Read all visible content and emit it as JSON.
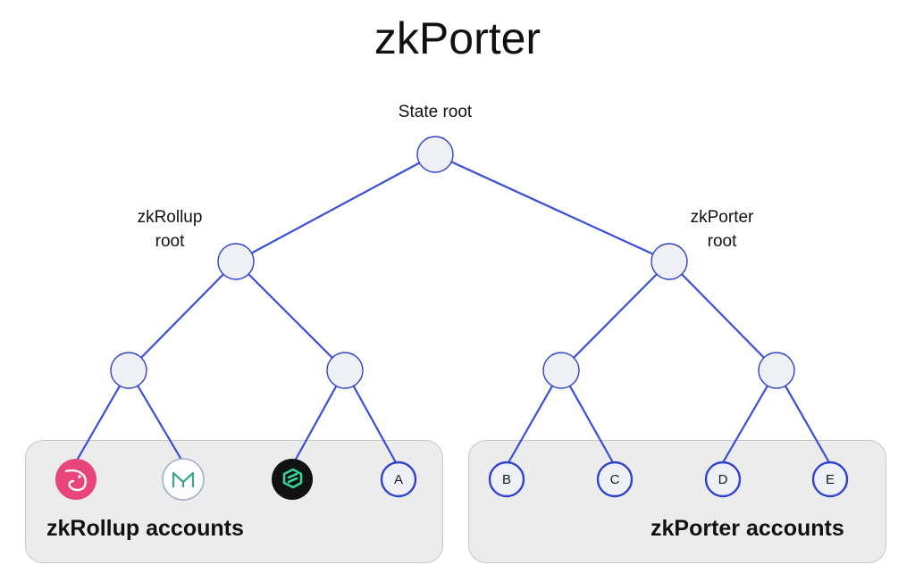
{
  "title": "zkPorter",
  "labels": {
    "state_root": "State root",
    "zkrollup_root_line1": "zkRollup",
    "zkrollup_root_line2": "root",
    "zkporter_root_line1": "zkPorter",
    "zkporter_root_line2": "root"
  },
  "groups": {
    "zkrollup": "zkRollup accounts",
    "zkporter": "zkPorter accounts"
  },
  "leaves": {
    "a": "A",
    "b": "B",
    "c": "C",
    "d": "D",
    "e": "E"
  },
  "icons": [
    "uniswap-icon",
    "maker-icon",
    "compound-icon"
  ],
  "colors": {
    "edge": "#3a4fd6",
    "node_fill": "#eef0f5",
    "node_stroke": "#2f44c9",
    "group_fill": "#ececec",
    "uniswap": "#e8457a",
    "maker_stroke": "#3aa58c",
    "compound_fill": "#111111",
    "compound_mark": "#37d39a"
  }
}
